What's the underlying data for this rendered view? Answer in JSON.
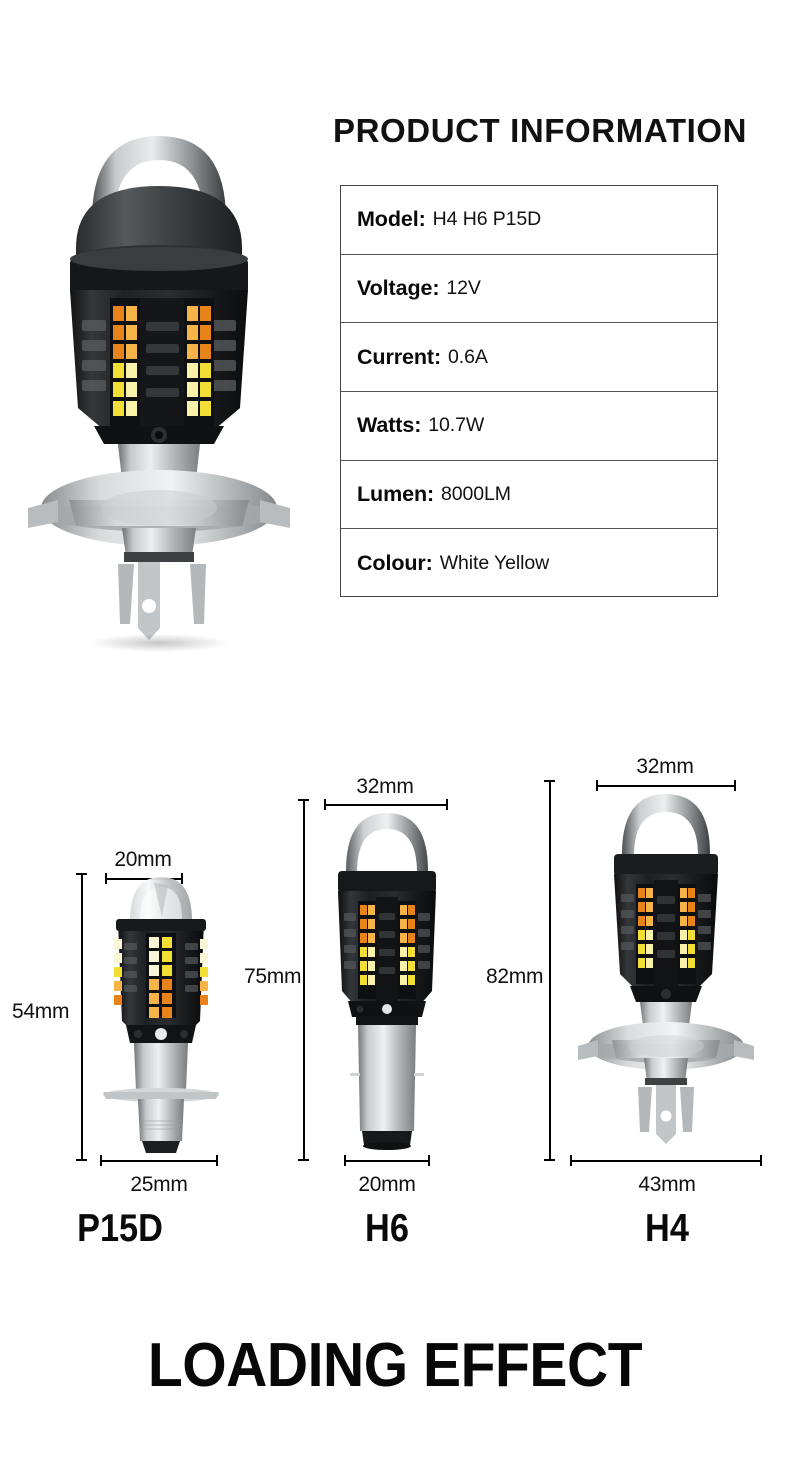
{
  "header": {
    "title": "PRODUCT INFORMATION"
  },
  "spec_table": {
    "rows": [
      {
        "label": "Model:",
        "value": "H4 H6 P15D"
      },
      {
        "label": "Voltage:",
        "value": "12V"
      },
      {
        "label": "Current:",
        "value": "0.6A"
      },
      {
        "label": "Watts:",
        "value": "10.7W"
      },
      {
        "label": "Lumen:",
        "value": "8000LM"
      },
      {
        "label": "Colour:",
        "value": "White Yellow"
      }
    ]
  },
  "dimensions": {
    "p15d": {
      "name": "P15D",
      "top_width": "20mm",
      "height": "54mm",
      "bottom_width": "25mm"
    },
    "h6": {
      "name": "H6",
      "top_width": "32mm",
      "height": "75mm",
      "bottom_width": "20mm"
    },
    "h4": {
      "name": "H4",
      "top_width": "32mm",
      "height": "82mm",
      "bottom_width": "43mm"
    }
  },
  "footer": {
    "title": "LOADING EFFECT"
  },
  "colors": {
    "led_orange": "#E8831A",
    "led_orange_light": "#F6B347",
    "led_yellow": "#F2DE35",
    "led_yellow_light": "#FAF2A8",
    "housing_black": "#1b1b1b",
    "base_silver": "#BFC2C4",
    "text_black": "#0a0a0a",
    "table_border": "#555555"
  }
}
